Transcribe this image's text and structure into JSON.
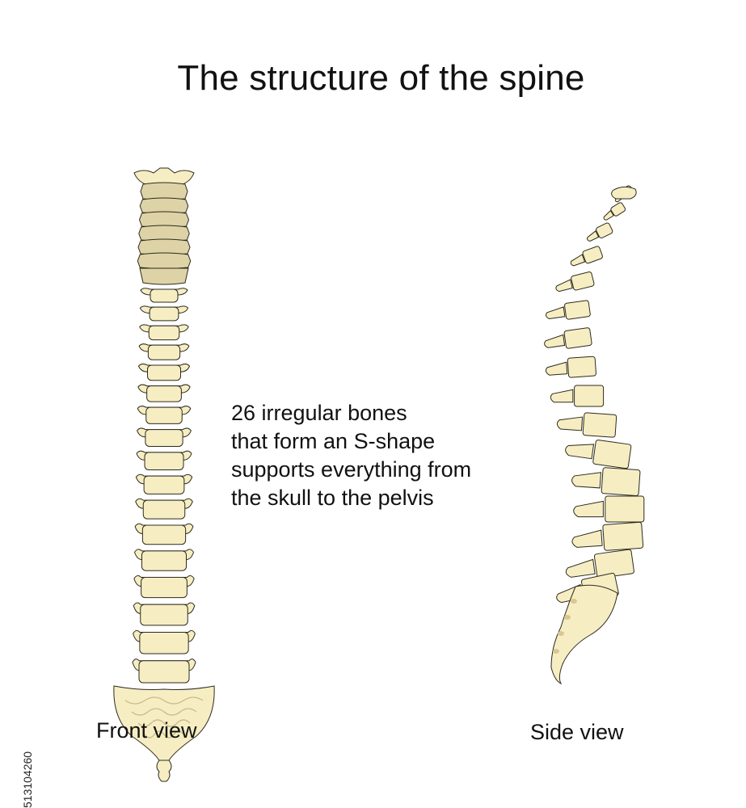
{
  "title": "The structure of the spine",
  "description": {
    "lines": [
      "26 irregular bones",
      "that form an S-shape",
      "supports everything from",
      "the skull to the pelvis"
    ]
  },
  "captions": {
    "front": "Front view",
    "side": "Side view"
  },
  "stock_id": "513104260",
  "colors": {
    "bone": "#f6eec2",
    "cervical_shade": "#ddd3a6",
    "outline": "#2d2a1e",
    "sacrum_line": "#c8b98a",
    "coccyx_spots": "#d9c693",
    "background": "#ffffff"
  },
  "icons": {
    "front_spine": "front-view-spine-illustration",
    "side_spine": "side-view-spine-illustration"
  }
}
